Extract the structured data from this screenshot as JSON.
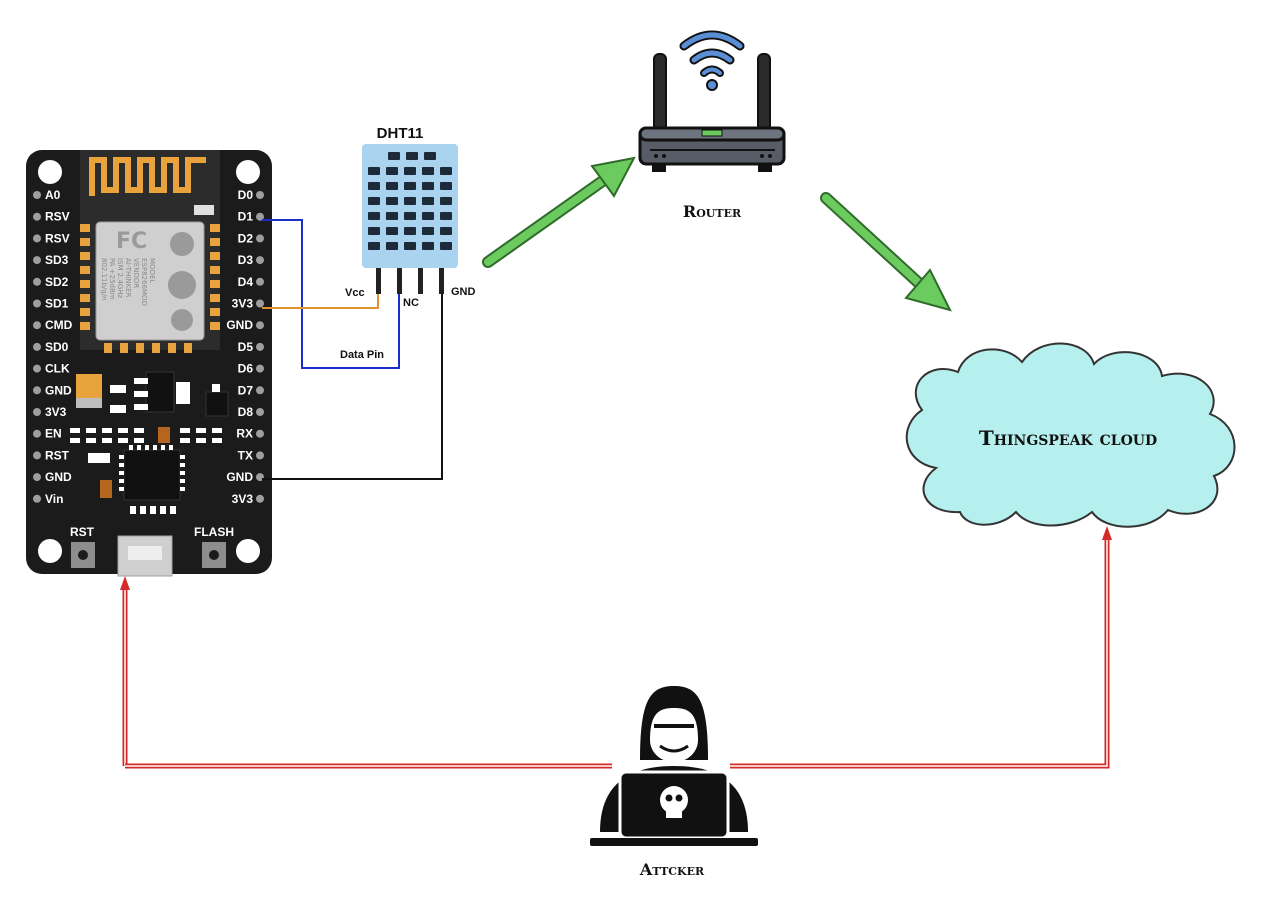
{
  "sensor": {
    "title": "DHT11",
    "pins": {
      "vcc": "Vcc",
      "nc": "NC",
      "gnd": "GND",
      "data": "Data Pin"
    }
  },
  "board": {
    "left_pins": [
      "A0",
      "RSV",
      "RSV",
      "SD3",
      "SD2",
      "SD1",
      "CMD",
      "SD0",
      "CLK",
      "GND",
      "3V3",
      "EN",
      "RST",
      "GND",
      "Vin"
    ],
    "right_pins": [
      "D0",
      "D1",
      "D2",
      "D3",
      "D4",
      "3V3",
      "GND",
      "D5",
      "D6",
      "D7",
      "D8",
      "RX",
      "TX",
      "GND",
      "3V3"
    ],
    "buttons": {
      "rst": "RST",
      "flash": "FLASH"
    },
    "module": {
      "lines": [
        "MODEL",
        "ESP8266MOD",
        "VENDOR",
        "AI-THINKER",
        "ISM 2.4GHz",
        "PA +25dBm",
        "802.11b/g/n"
      ]
    }
  },
  "router": {
    "label": "Router"
  },
  "cloud": {
    "label": "Thingspeak cloud"
  },
  "attacker": {
    "label": "Attcker"
  },
  "colors": {
    "board": "#1b1b1b",
    "antenna": "#e8a33c",
    "sensor": "#a9d3ee",
    "cloud_fill": "#b6f0ee",
    "arrow_green": "#6ccb5f",
    "attack_red": "#d42a2a",
    "wire_blue": "#1a2fc4",
    "wire_orange": "#e0932f",
    "wire_black": "#111111"
  }
}
